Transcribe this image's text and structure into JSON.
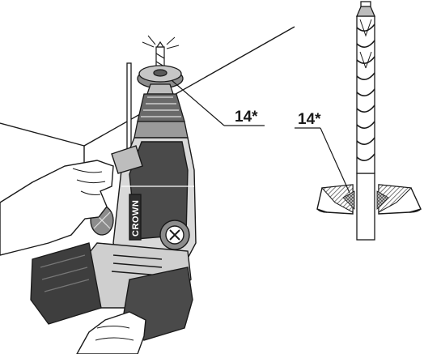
{
  "callouts": {
    "left": "14*",
    "right": "14*"
  },
  "drill": {
    "brand_label": "CROWN"
  },
  "colors": {
    "line": "#1a1a1a",
    "dark_fill": "#4a4a4a",
    "mid_fill": "#8c8c8c",
    "light_fill": "#d9d9d9",
    "hatch": "#6e6e6e",
    "background": "#ffffff"
  }
}
